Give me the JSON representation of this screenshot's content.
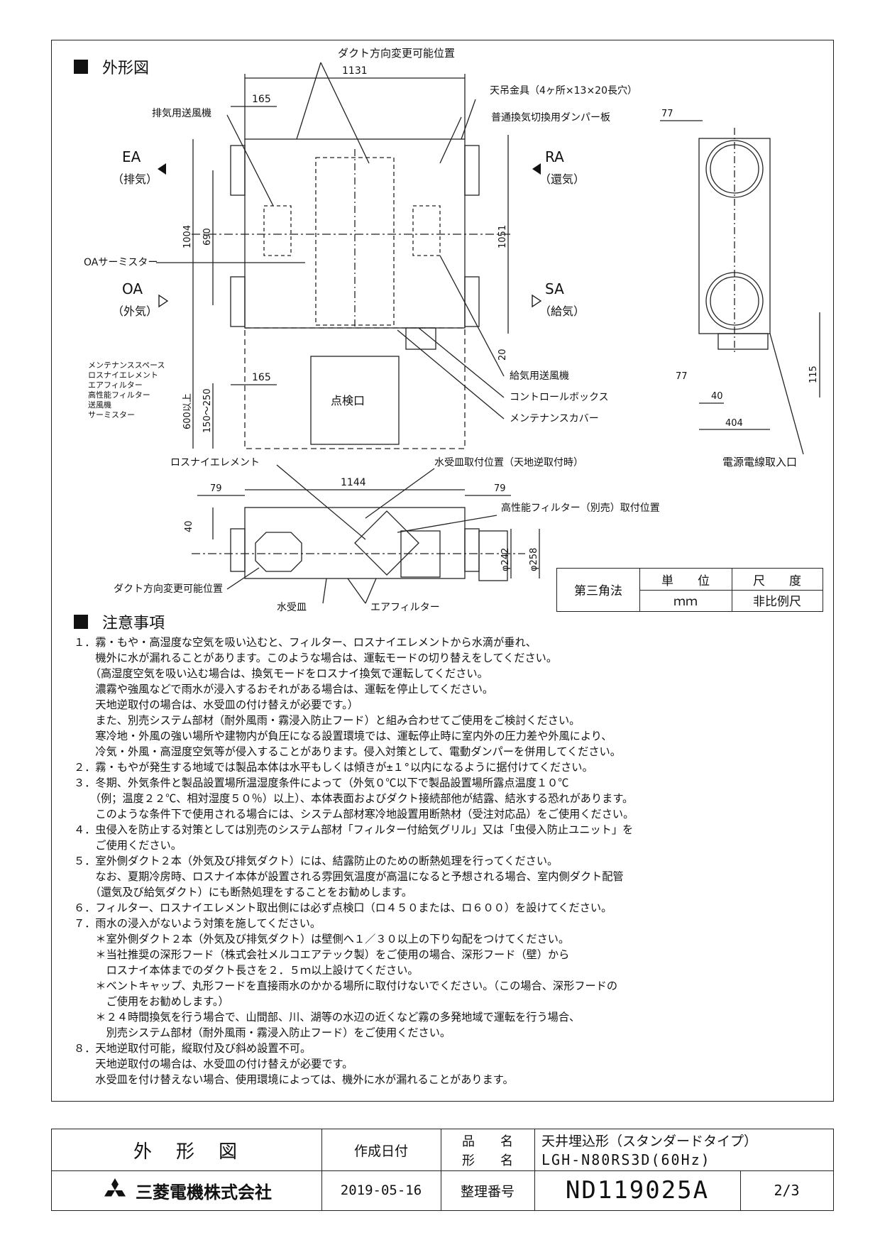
{
  "sections": {
    "outline": "外形図",
    "notes": "注意事項"
  },
  "drawing": {
    "labels": {
      "duct_change_top": "ダクト方向変更可能位置",
      "dim_1131": "1131",
      "dim_165_top": "165",
      "hanger": "天吊金具（4ヶ所×13×20長穴）",
      "exhaust_fan": "排気用送風機",
      "damper": "普通換気切換用ダンパー板",
      "ea": "EA",
      "ea_sub": "（排気）",
      "ra": "RA",
      "ra_sub": "（還気）",
      "oa": "OA",
      "oa_sub": "（外気）",
      "sa": "SA",
      "sa_sub": "（給気）",
      "oa_thermistor": "OAサーミスター",
      "dim_1004": "1004",
      "dim_690": "690",
      "dim_1051": "1051",
      "dim_20": "20",
      "dim_165_mid": "165",
      "supply_fan": "給気用送風機",
      "control_box": "コントロールボックス",
      "maint_cover": "メンテナンスカバー",
      "inspection": "点検口",
      "maint_space_1": "メンテナンススペース",
      "maint_space_2": "ロスナイエレメント",
      "maint_space_3": "エアフィルター",
      "maint_space_4": "高性能フィルター",
      "maint_space_5": "送風機",
      "maint_space_6": "サーミスター",
      "dim_600": "600以上",
      "dim_150_250": "150～250",
      "dim_77_top": "77",
      "dim_77_mid": "77",
      "dim_40_side": "40",
      "dim_404": "404",
      "dim_115": "115",
      "power_entry": "電源電線取入口",
      "lossnay_element": "ロスナイエレメント",
      "drain_pan_pos": "水受皿取付位置（天地逆取付時）",
      "dim_79_left": "79",
      "dim_1144": "1144",
      "dim_79_right": "79",
      "hp_filter_pos": "高性能フィルター（別売）取付位置",
      "dim_40_bottom": "40",
      "dim_242": "φ242",
      "dim_258": "φ258",
      "duct_change_bottom": "ダクト方向変更可能位置",
      "drain_pan": "水受皿",
      "air_filter": "エアフィルター"
    }
  },
  "scale_table": {
    "method": "第三角法",
    "unit_head": "単　　位",
    "unit_val": "ｍｍ",
    "scale_head": "尺　　度",
    "scale_val": "非比例尺"
  },
  "notes": [
    "１．霧・もや・高湿度な空気を吸い込むと、フィルター、ロスナイエレメントから水滴が垂れ、",
    "　　機外に水が漏れることがあります。このような場合は、運転モードの切り替えをしてください。",
    "　　（高湿度空気を吸い込む場合は、換気モードをロスナイ換気で運転してください。",
    "　　濃霧や強風などで雨水が浸入するおそれがある場合は、運転を停止してください。",
    "　　天地逆取付の場合は、水受皿の付け替えが必要です。）",
    "　　また、別売システム部材（耐外風雨・霧浸入防止フード）と組み合わせてご使用をご検討ください。",
    "　　寒冷地・外風の強い場所や建物内が負圧になる設置環境では、運転停止時に室内外の圧力差や外風により、",
    "　　冷気・外風・高湿度空気等が侵入することがあります。侵入対策として、電動ダンパーを併用してください。",
    "２．霧・もやが発生する地域では製品本体は水平もしくは傾きが±１°以内になるように据付けてください。",
    "３．冬期、外気条件と製品設置場所温湿度条件によって（外気０℃以下で製品設置場所露点温度１０℃",
    "　　（例；温度２２℃、相対湿度５０％）以上）、本体表面およびダクト接続部他が結露、結氷する恐れがあります。",
    "　　このような条件下で使用される場合には、システム部材寒冷地設置用断熱材（受注対応品）をご使用ください。",
    "４．虫侵入を防止する対策としては別売のシステム部材「フィルター付給気グリル」又は「虫侵入防止ユニット」を",
    "　　ご使用ください。",
    "５．室外側ダクト２本（外気及び排気ダクト）には、結露防止のための断熱処理を行ってください。",
    "　　なお、夏期冷房時、ロスナイ本体が設置される雰囲気温度が高温になると予想される場合、室内側ダクト配管",
    "　　（還気及び給気ダクト）にも断熱処理をすることをお勧めします。",
    "６．フィルター、ロスナイエレメント取出側には必ず点検口（ロ４５０または、ロ６００）を設けてください。",
    "７．雨水の浸入がないよう対策を施してください。",
    "　　＊室外側ダクト２本（外気及び排気ダクト）は壁側へ１／３０以上の下り勾配をつけてください。",
    "　　＊当社推奨の深形フード（株式会社メルコエアテック製）をご使用の場合、深形フード（壁）から",
    "　　　ロスナイ本体までのダクト長さを２．５ｍ以上設けてください。",
    "　　＊ベントキャップ、丸形フードを直接雨水のかかる場所に取付けないでください。（この場合、深形フードの",
    "　　　ご使用をお勧めします。）",
    "　　＊２４時間換気を行う場合で、山間部、川、湖等の水辺の近くなど霧の多発地域で運転を行う場合、",
    "　　　別売システム部材（耐外風雨・霧浸入防止フード）をご使用ください。",
    "８．天地逆取付可能，縦取付及び斜め設置不可。",
    "　　天地逆取付の場合は、水受皿の付け替えが必要です。",
    "　　水受皿を付け替えない場合、使用環境によっては、機外に水が漏れることがあります。"
  ],
  "title_block": {
    "drawing_type": "外　形　図",
    "created_label": "作成日付",
    "created_date": "2019-05-16",
    "product_label": "品　　名",
    "model_label": "形　　名",
    "product_name": "天井埋込形（スタンダードタイプ）",
    "model_name": "LGH-N80RS3D(60Hz)",
    "number_label": "整理番号",
    "number": "ND119025A",
    "sheet": "2/3",
    "company": "三菱電機株式会社"
  }
}
